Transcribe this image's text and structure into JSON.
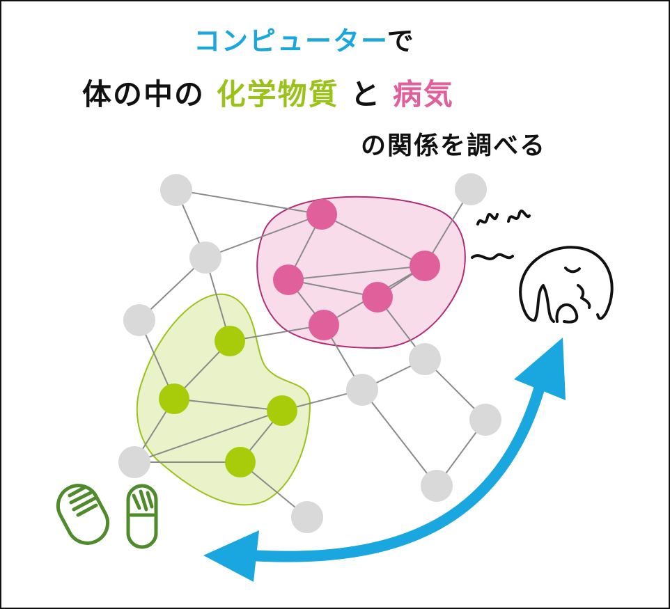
{
  "title": {
    "line1": {
      "highlight": "コンピューター",
      "rest": "で"
    },
    "line2": {
      "part1": "体の中の",
      "chemical": "化学物質",
      "connector": "と",
      "disease": "病気"
    },
    "line3": "の関係を調べる"
  },
  "colors": {
    "blue": "#1aa7e0",
    "green": "#9ac21a",
    "pink": "#e0609c",
    "node_gray": "#d9d9d9",
    "edge_gray": "#888888",
    "pills": "#4f8a2b"
  },
  "icons": [
    "sick-person-icon",
    "pill-icon",
    "double-arrow-icon"
  ]
}
